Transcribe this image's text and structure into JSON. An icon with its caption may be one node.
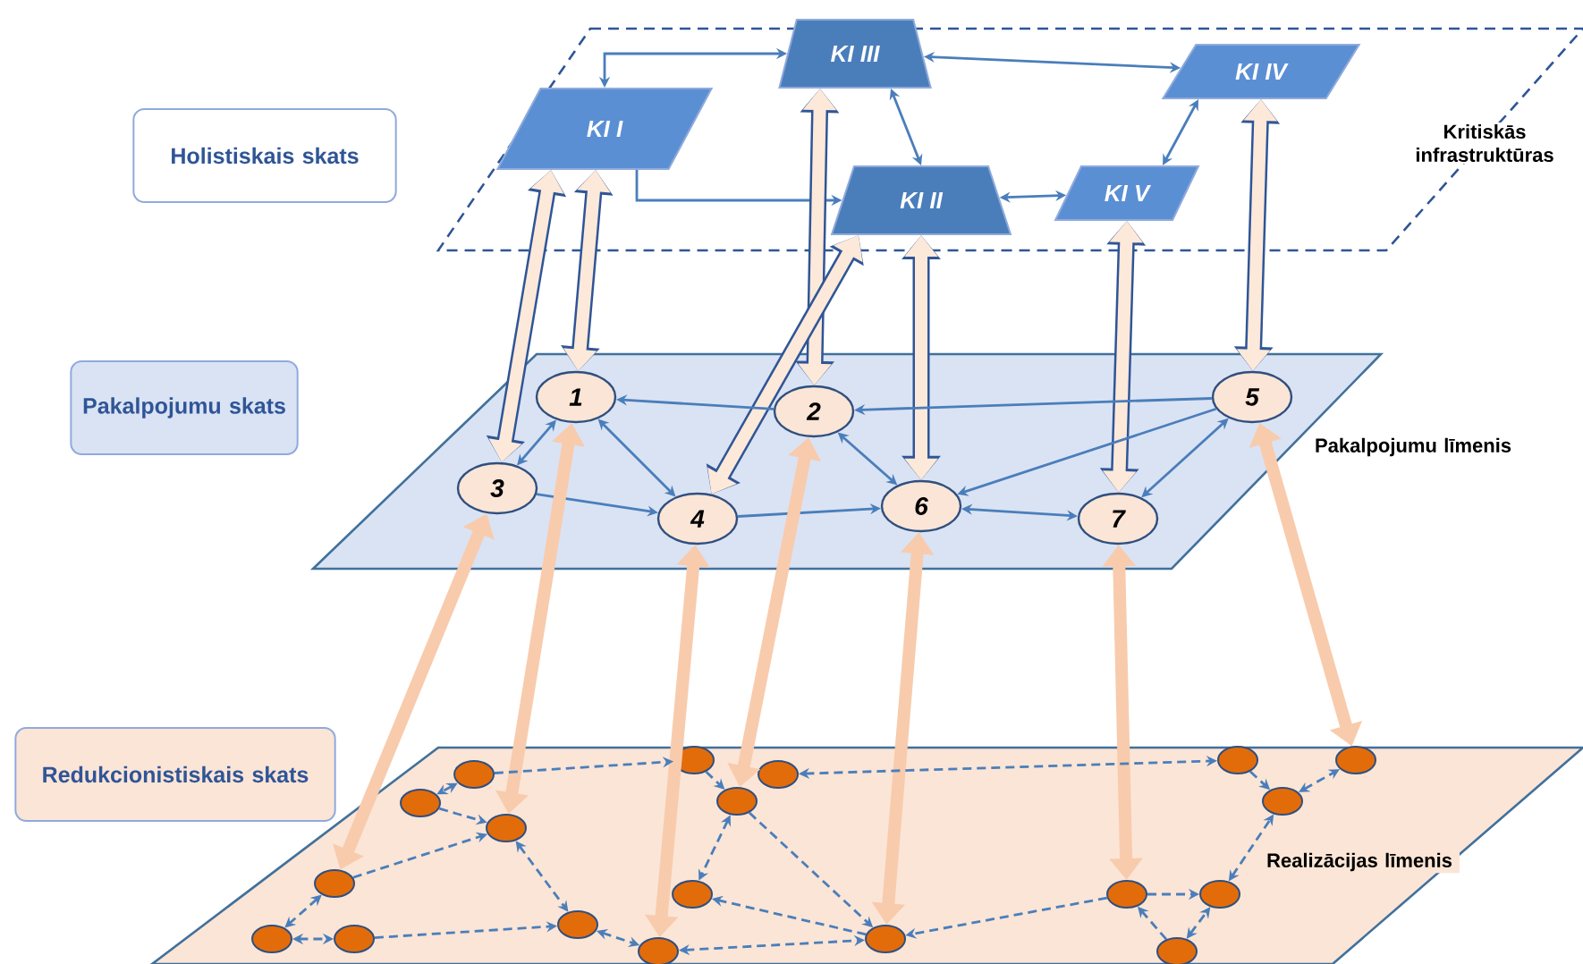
{
  "diagram": {
    "nodes": [
      {
        "text": [
          "Holistiskais skats"
        ]
      },
      {
        "text": [
          "Pakalpojumu skats"
        ]
      },
      {
        "text": [
          "Redukcionistiskais skats"
        ]
      },
      {
        "text": [
          "Kritiskās infrastruktūras"
        ]
      },
      {
        "text": [
          "KI III"
        ],
        "in": 3
      },
      {
        "text": [
          "KI I"
        ],
        "in": 3
      },
      {
        "text": [
          "KI IV"
        ],
        "in": 3
      },
      {
        "text": [
          "KI II"
        ],
        "in": 3
      },
      {
        "text": [
          "KI V"
        ],
        "in": 3
      },
      {
        "text": [
          "Pakalpojumu līmenis"
        ]
      },
      {
        "text": [
          "1"
        ],
        "in": 9
      },
      {
        "text": [
          "2"
        ],
        "in": 9
      },
      {
        "text": [
          "3"
        ],
        "in": 9
      },
      {
        "text": [
          "4"
        ],
        "in": 9
      },
      {
        "text": [
          "5"
        ],
        "in": 9
      },
      {
        "text": [
          "6"
        ],
        "in": 9
      },
      {
        "text": [
          "7"
        ],
        "in": 9
      },
      {
        "text": [
          "Realizācijas līmenis"
        ]
      },
      {
        "text": [],
        "shape": "circle",
        "in": 17
      },
      {
        "text": [],
        "shape": "circle",
        "in": 17
      },
      {
        "text": [],
        "shape": "circle",
        "in": 17
      },
      {
        "text": [],
        "shape": "circle",
        "in": 17
      },
      {
        "text": [],
        "shape": "circle",
        "in": 17
      },
      {
        "text": [],
        "shape": "circle",
        "in": 17
      },
      {
        "text": [],
        "shape": "circle",
        "in": 17
      },
      {
        "text": [],
        "shape": "circle",
        "in": 17
      },
      {
        "text": [],
        "shape": "circle",
        "in": 17
      },
      {
        "text": [],
        "shape": "circle",
        "in": 17
      },
      {
        "text": [],
        "shape": "circle",
        "in": 17
      },
      {
        "text": [],
        "shape": "circle",
        "in": 17
      },
      {
        "text": [],
        "shape": "circle",
        "in": 17
      },
      {
        "text": [],
        "shape": "circle",
        "in": 17
      },
      {
        "text": [],
        "shape": "circle",
        "in": 17
      },
      {
        "text": [],
        "shape": "circle",
        "in": 17
      },
      {
        "text": [],
        "shape": "circle",
        "in": 17
      },
      {
        "text": [],
        "shape": "circle",
        "in": 17
      },
      {
        "text": [],
        "shape": "circle",
        "in": 17
      }
    ],
    "edges": [
      {
        "from": 5,
        "to": 4,
        "arrow": "both"
      },
      {
        "from": 4,
        "to": 6,
        "arrow": "both"
      },
      {
        "from": 4,
        "to": 7,
        "arrow": "both"
      },
      {
        "from": 5,
        "to": 7,
        "arrow": "to"
      },
      {
        "from": 7,
        "to": 8,
        "arrow": "both"
      },
      {
        "from": 6,
        "to": 8,
        "arrow": "both"
      },
      {
        "from": 5,
        "to": 12,
        "arrow": "both",
        "style": "thick",
        "color": "#fde9d9"
      },
      {
        "from": 5,
        "to": 10,
        "arrow": "both",
        "style": "thick",
        "color": "#fde9d9"
      },
      {
        "from": 4,
        "to": 11,
        "arrow": "both",
        "style": "thick",
        "color": "#fde9d9"
      },
      {
        "from": 7,
        "to": 13,
        "arrow": "both",
        "style": "thick",
        "color": "#fde9d9"
      },
      {
        "from": 7,
        "to": 15,
        "arrow": "both",
        "style": "thick",
        "color": "#fde9d9"
      },
      {
        "from": 8,
        "to": 16,
        "arrow": "both",
        "style": "thick",
        "color": "#fde9d9"
      },
      {
        "from": 6,
        "to": 14,
        "arrow": "both",
        "style": "thick",
        "color": "#fde9d9"
      },
      {
        "from": 11,
        "to": 10,
        "arrow": "to"
      },
      {
        "from": 14,
        "to": 11,
        "arrow": "to"
      },
      {
        "from": 10,
        "to": 12,
        "arrow": "both"
      },
      {
        "from": 10,
        "to": 13,
        "arrow": "both"
      },
      {
        "from": 11,
        "to": 15,
        "arrow": "both"
      },
      {
        "from": 12,
        "to": 13,
        "arrow": "to"
      },
      {
        "from": 13,
        "to": 15,
        "arrow": "to"
      },
      {
        "from": 15,
        "to": 16,
        "arrow": "both"
      },
      {
        "from": 14,
        "to": 15,
        "arrow": "to"
      },
      {
        "from": 14,
        "to": 16,
        "arrow": "both"
      },
      {
        "from": 12,
        "to": 21,
        "arrow": "both",
        "style": "thick",
        "color": "#f8cbad"
      },
      {
        "from": 10,
        "to": 20,
        "arrow": "both",
        "style": "thick",
        "color": "#f8cbad"
      },
      {
        "from": 13,
        "to": 25,
        "arrow": "both",
        "style": "thick",
        "color": "#f8cbad"
      },
      {
        "from": 11,
        "to": 28,
        "arrow": "both",
        "style": "thick",
        "color": "#f8cbad"
      },
      {
        "from": 15,
        "to": 30,
        "arrow": "both",
        "style": "thick",
        "color": "#f8cbad"
      },
      {
        "from": 16,
        "to": 34,
        "arrow": "both",
        "style": "thick",
        "color": "#f8cbad"
      },
      {
        "from": 14,
        "to": 32,
        "arrow": "both",
        "style": "thick",
        "color": "#f8cbad"
      },
      {
        "from": 18,
        "to": 19,
        "arrow": "both",
        "style": "dashed"
      },
      {
        "from": 19,
        "to": 20,
        "arrow": "to",
        "style": "dashed"
      },
      {
        "from": 21,
        "to": 20,
        "arrow": "to",
        "style": "dashed"
      },
      {
        "from": 18,
        "to": 27,
        "arrow": "to",
        "style": "dashed"
      },
      {
        "from": 29,
        "to": 31,
        "arrow": "both",
        "style": "dashed"
      },
      {
        "from": 27,
        "to": 28,
        "arrow": "to",
        "style": "dashed"
      },
      {
        "from": 28,
        "to": 26,
        "arrow": "both",
        "style": "dashed"
      },
      {
        "from": 28,
        "to": 30,
        "arrow": "to",
        "style": "dashed"
      },
      {
        "from": 20,
        "to": 24,
        "arrow": "both",
        "style": "dashed"
      },
      {
        "from": 24,
        "to": 25,
        "arrow": "both",
        "style": "dashed"
      },
      {
        "from": 21,
        "to": 22,
        "arrow": "both",
        "style": "dashed"
      },
      {
        "from": 22,
        "to": 23,
        "arrow": "both",
        "style": "dashed"
      },
      {
        "from": 23,
        "to": 24,
        "arrow": "to",
        "style": "dashed"
      },
      {
        "from": 30,
        "to": 26,
        "arrow": "to",
        "style": "dashed"
      },
      {
        "from": 25,
        "to": 30,
        "arrow": "both",
        "style": "dashed"
      },
      {
        "from": 34,
        "to": 30,
        "arrow": "to",
        "style": "dashed"
      },
      {
        "from": 34,
        "to": 35,
        "arrow": "to",
        "style": "dashed"
      },
      {
        "from": 36,
        "to": 34,
        "arrow": "to",
        "style": "dashed"
      },
      {
        "from": 36,
        "to": 35,
        "arrow": "both",
        "style": "dashed"
      },
      {
        "from": 35,
        "to": 33,
        "arrow": "both",
        "style": "dashed"
      },
      {
        "from": 33,
        "to": 32,
        "arrow": "both",
        "style": "dashed"
      },
      {
        "from": 31,
        "to": 33,
        "arrow": "to",
        "style": "dashed"
      }
    ]
  }
}
